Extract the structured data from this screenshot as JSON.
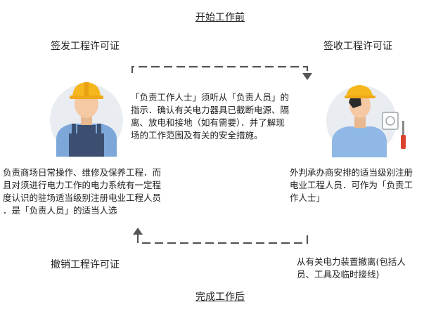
{
  "titles": {
    "top": "开始工作前",
    "bottom": "完成工作后"
  },
  "steps": {
    "issue": "签发工程许可证",
    "receive": "签收工程许可证",
    "cancel": "撤销工程许可证"
  },
  "center_text": [
    "「负责工作人士」须听从「负责人员」的",
    "指示．确认有关电力器具已截断电源、隔",
    "离、放电和接地（如有需要）．并了解现",
    "场的工作范围及有关的安全措施。"
  ],
  "left_text": [
    "负责商场日常操作、维修及保养工程．而",
    "且对须进行电力工作的电力系统有一定程",
    "度认识的驻场适当级别注册电业工程人员",
    "．是「负责人员」的适当人选"
  ],
  "right_text": [
    "外判承办商安排的适当级别注册",
    "电业工程人员．可作为「负责工",
    "作人士」"
  ],
  "bottom_right_text": [
    "从有关电力装置撤离(包括人",
    "员、工具及临时接线)"
  ],
  "colors": {
    "hardhat": "#f5b61e",
    "skin": "#f4c9a3",
    "circle": "#e9edf1",
    "overalls": "#3c4f70",
    "shirt_left": "#7ea7d9",
    "shirt_right": "#8fb8e6",
    "dash": "#555555"
  }
}
